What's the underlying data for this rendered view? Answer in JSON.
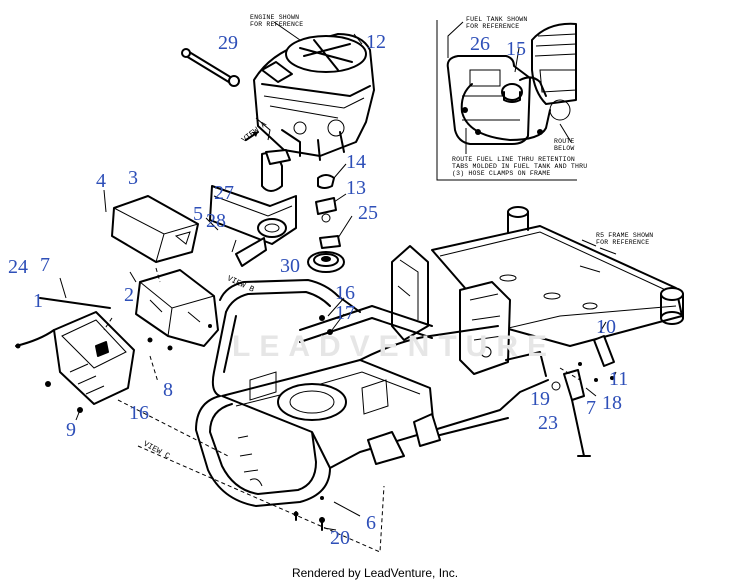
{
  "callouts": {
    "c1": "1",
    "c2": "2",
    "c3": "3",
    "c4": "4",
    "c5": "5",
    "c6": "6",
    "c7a": "7",
    "c7b": "7",
    "c8": "8",
    "c9": "9",
    "c10": "10",
    "c11": "11",
    "c12": "12",
    "c13": "13",
    "c14": "14",
    "c15": "15",
    "c16a": "16",
    "c16b": "16",
    "c17": "17",
    "c18": "18",
    "c19": "19",
    "c20": "20",
    "c23": "23",
    "c24": "24",
    "c25": "25",
    "c26": "26",
    "c27": "27",
    "c28": "28",
    "c29": "29",
    "c30": "30"
  },
  "notes": {
    "engine": "ENGINE SHOWN\nFOR REFERENCE",
    "fuel_tank": "FUEL TANK SHOWN\nFOR REFERENCE",
    "route_line": "ROUTE FUEL LINE THRU RETENTION\nTABS MOLDED IN FUEL TANK AND THRU\n(3) HOSE CLAMPS ON FRAME",
    "route_below": "ROUTE\nBELOW",
    "frame": "R5 FRAME SHOWN\nFOR REFERENCE"
  },
  "views": {
    "a": "VIEW A",
    "b": "VIEW B",
    "c": "VIEW C"
  },
  "watermark": "LEADVENTURE",
  "footer": "Rendered by LeadVenture, Inc."
}
